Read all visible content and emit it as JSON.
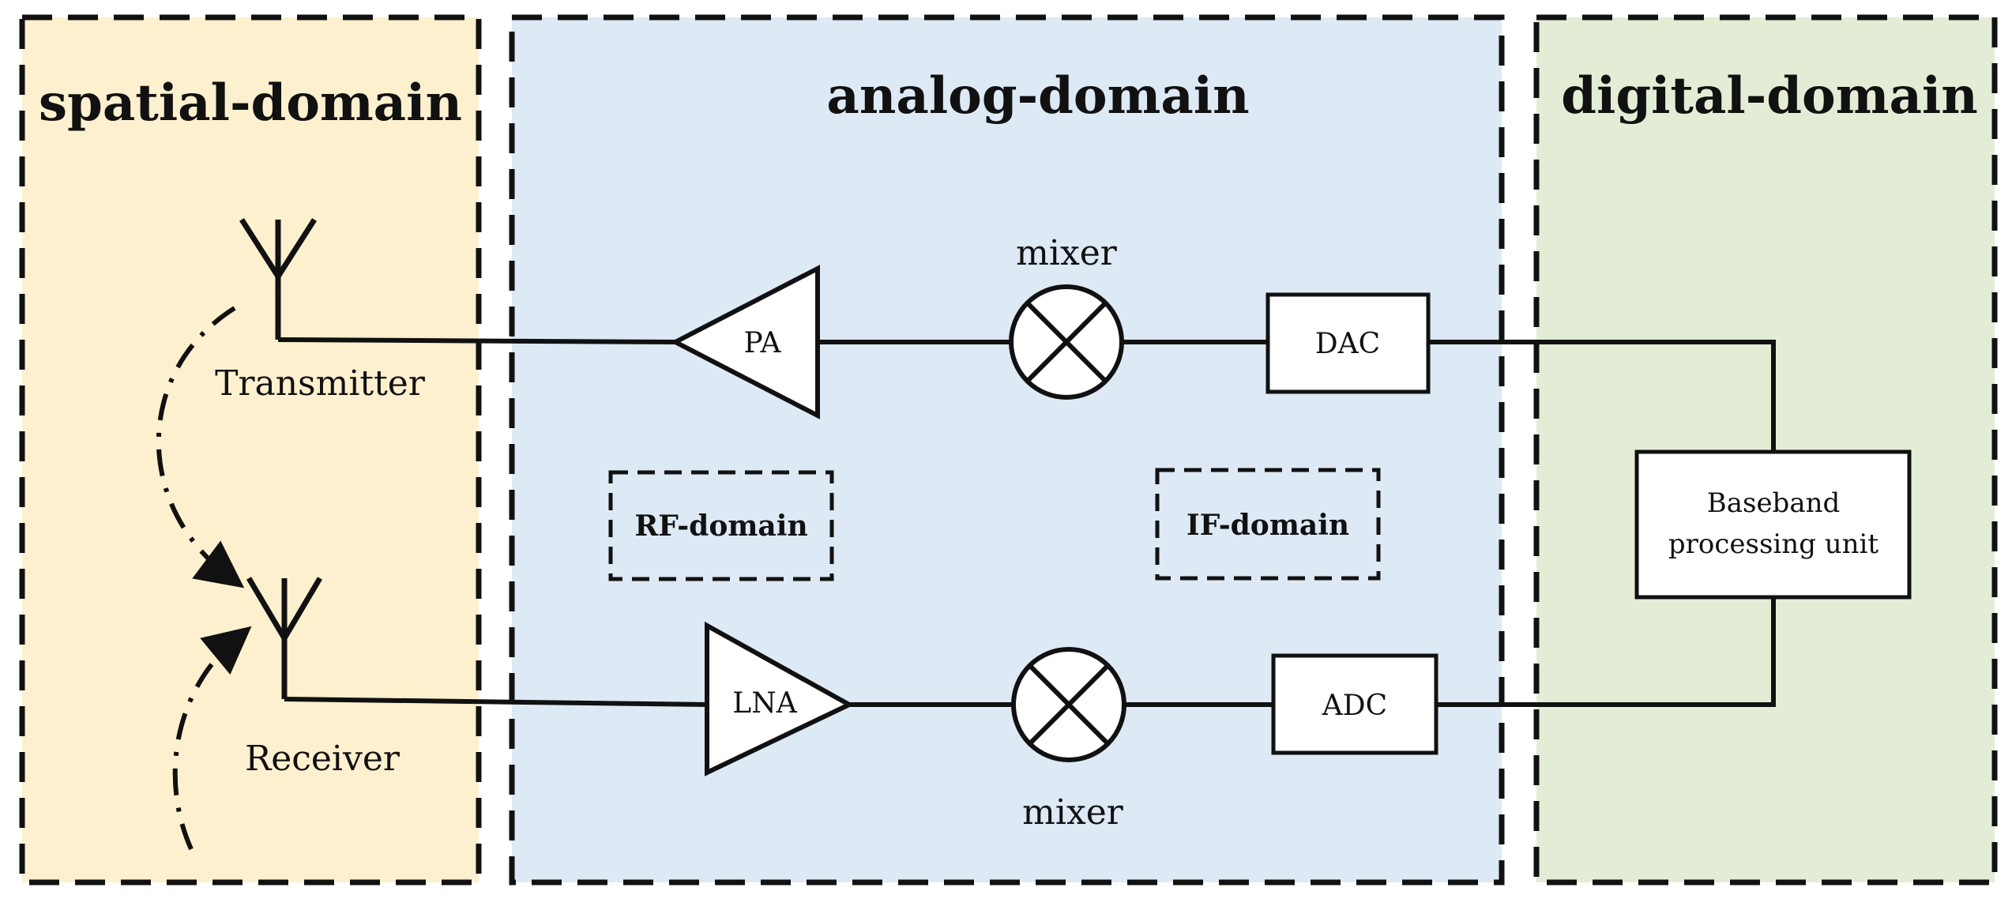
{
  "colors": {
    "spatial_fill": "#fdf0cf",
    "analog_fill": "#dde9f5",
    "digital_fill": "#e3edd6",
    "stroke": "#111111"
  },
  "regions": {
    "spatial": {
      "title": "spatial-domain"
    },
    "analog": {
      "title": "analog-domain"
    },
    "digital": {
      "title": "digital-domain"
    }
  },
  "sub_regions": {
    "rf": "RF-domain",
    "if": "IF-domain"
  },
  "antennas": {
    "transmitter": "Transmitter",
    "receiver": "Receiver"
  },
  "blocks": {
    "pa": "PA",
    "lna": "LNA",
    "dac": "DAC",
    "adc": "ADC",
    "mixer_top": "mixer",
    "mixer_bottom": "mixer",
    "baseband_line1": "Baseband",
    "baseband_line2": "processing unit"
  }
}
